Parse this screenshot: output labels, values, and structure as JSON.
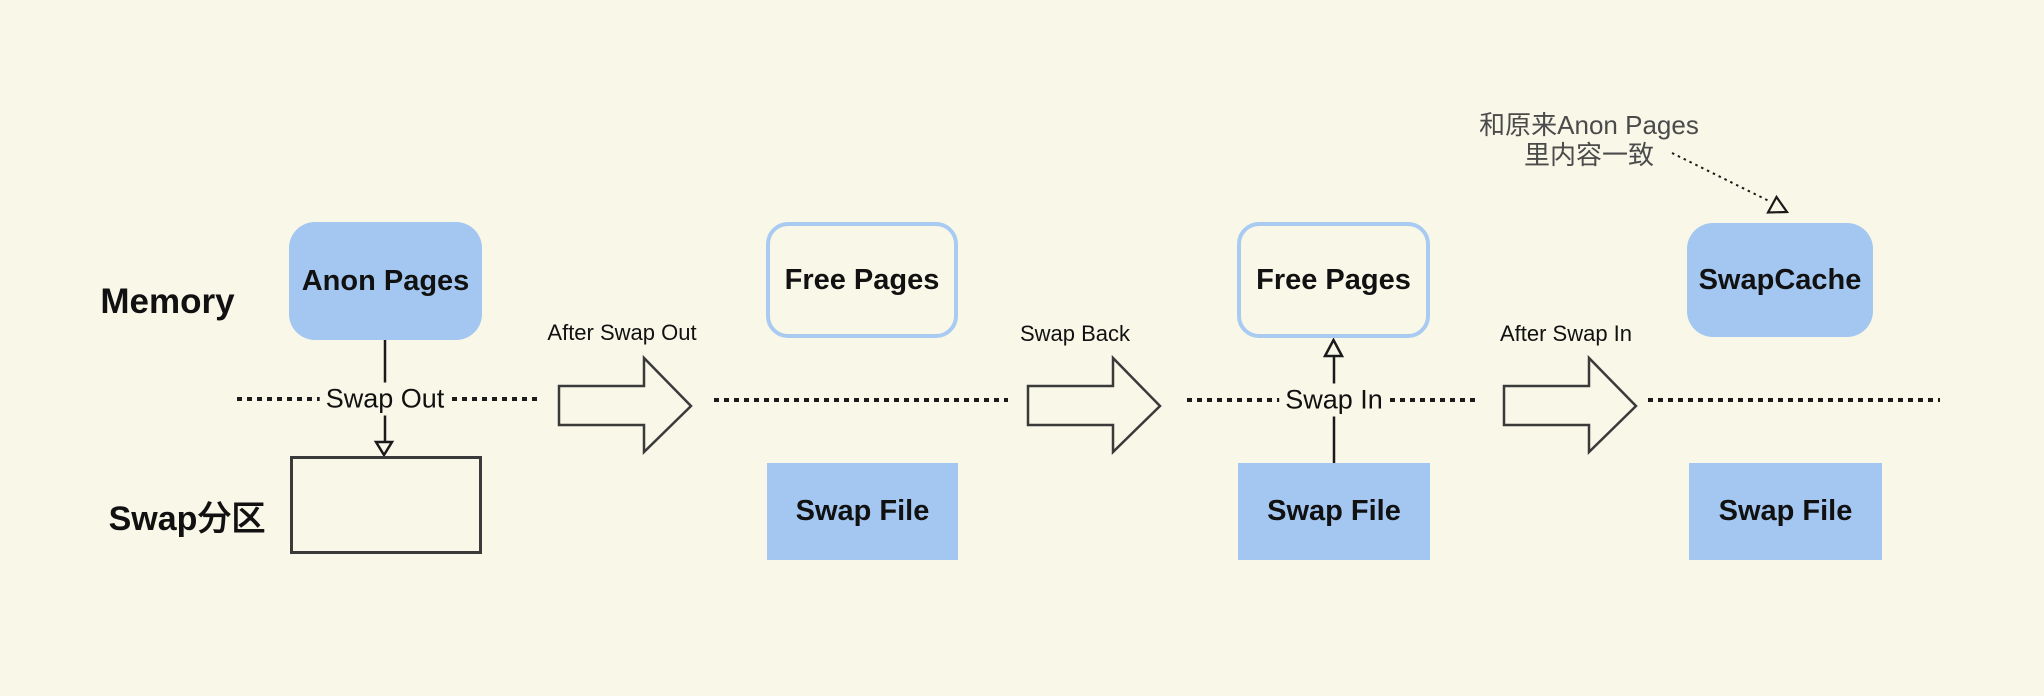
{
  "colors": {
    "background": "#F9F7E8",
    "box-blue": "#A3C7F0",
    "free-border": "#A9CBF2",
    "line-dark": "#3A3A3A",
    "text-dark": "#111111",
    "annotation-gray": "#4B4B4B"
  },
  "rows": {
    "memory_label": "Memory",
    "swap_partition_label": "Swap分区"
  },
  "boxes": {
    "anon_pages": "Anon Pages",
    "free_pages_1": "Free Pages",
    "free_pages_2": "Free Pages",
    "swapcache": "SwapCache",
    "swap_file_1": "Swap File",
    "swap_file_2": "Swap File",
    "swap_file_3": "Swap File"
  },
  "flow_labels": {
    "swap_out": "Swap Out",
    "after_swap_out": "After Swap Out",
    "swap_back": "Swap Back",
    "swap_in": "Swap In",
    "after_swap_in": "After Swap In"
  },
  "annotation": {
    "line1": "和原来Anon Pages",
    "line2": "里内容一致"
  }
}
